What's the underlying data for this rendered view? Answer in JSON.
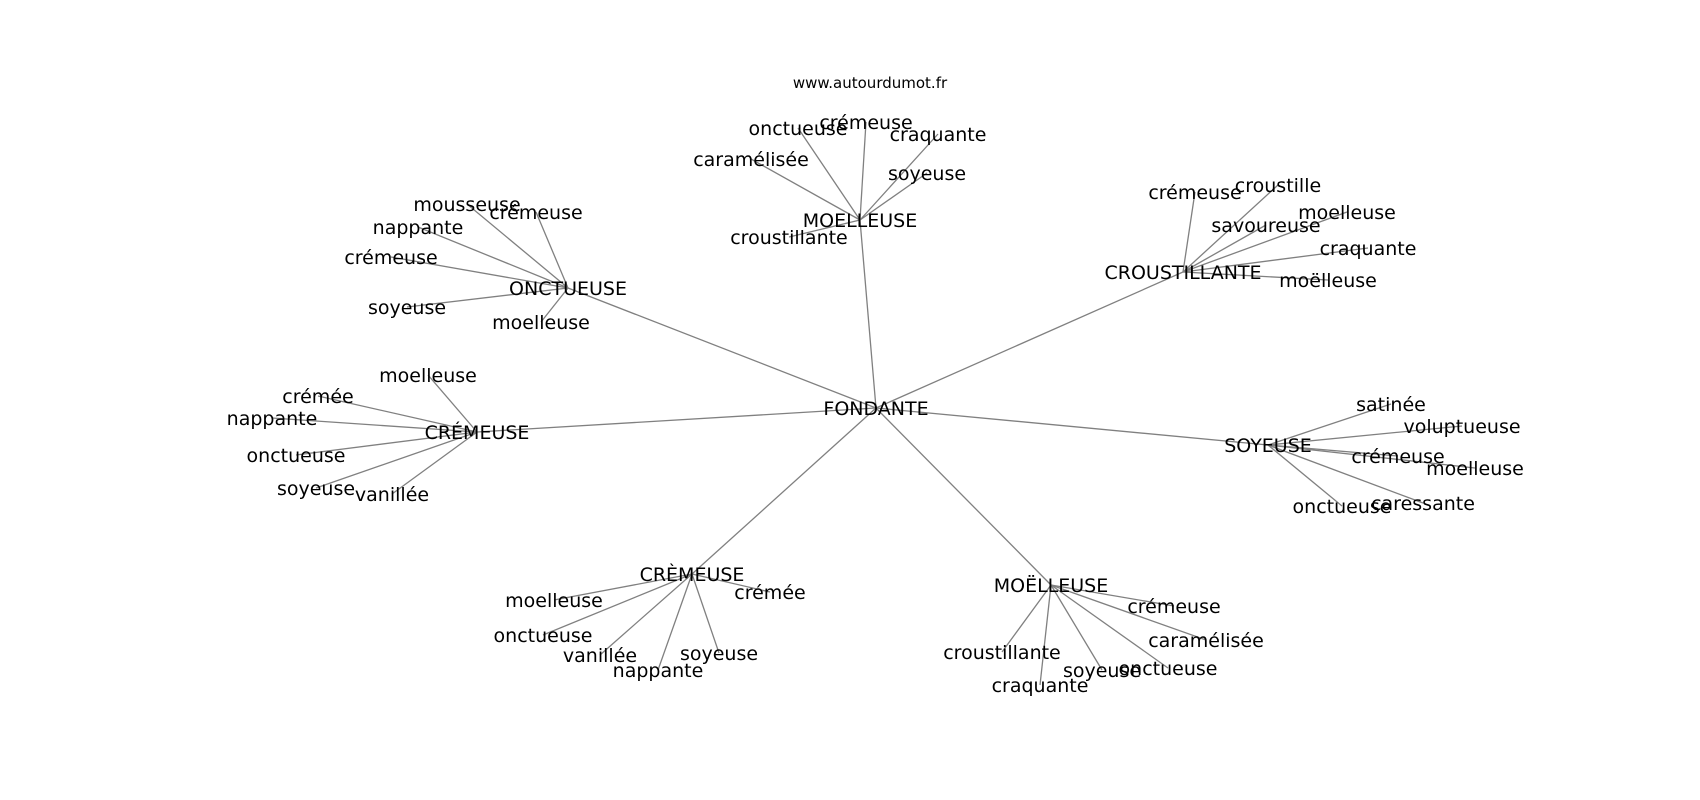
{
  "watermark": "www.autourdumot.fr",
  "colors": {
    "edge": "#808080",
    "text": "#000000",
    "background": "#ffffff"
  },
  "graph": {
    "center": "FONDANTE",
    "clusters": [
      {
        "id": "moelleuse",
        "label": "MOELLEUSE",
        "leaves": [
          "onctueuse",
          "crémeuse",
          "craquante",
          "caramélisée",
          "soyeuse",
          "croustillante"
        ]
      },
      {
        "id": "onctueuse",
        "label": "ONCTUEUSE",
        "leaves": [
          "mousseuse",
          "crémeuse",
          "nappante",
          "crémeuse",
          "soyeuse",
          "moelleuse"
        ]
      },
      {
        "id": "croustillante",
        "label": "CROUSTILLANTE",
        "leaves": [
          "crémeuse",
          "croustille",
          "moelleuse",
          "savoureuse",
          "craquante",
          "moëlleuse"
        ]
      },
      {
        "id": "cremeuse-acute",
        "label": "CRÉMEUSE",
        "leaves": [
          "moelleuse",
          "crémée",
          "nappante",
          "onctueuse",
          "soyeuse",
          "vanillée"
        ]
      },
      {
        "id": "soyeuse",
        "label": "SOYEUSE",
        "leaves": [
          "satinée",
          "voluptueuse",
          "crémeuse",
          "moelleuse",
          "caressante",
          "onctueuse"
        ]
      },
      {
        "id": "cremeuse-grave",
        "label": "CRÈMEUSE",
        "leaves": [
          "moelleuse",
          "crémée",
          "onctueuse",
          "vanillée",
          "soyeuse",
          "nappante"
        ]
      },
      {
        "id": "moelleuse-trema",
        "label": "MOËLLEUSE",
        "leaves": [
          "crémeuse",
          "caramélisée",
          "croustillante",
          "soyeuse",
          "onctueuse",
          "craquante"
        ]
      }
    ]
  }
}
